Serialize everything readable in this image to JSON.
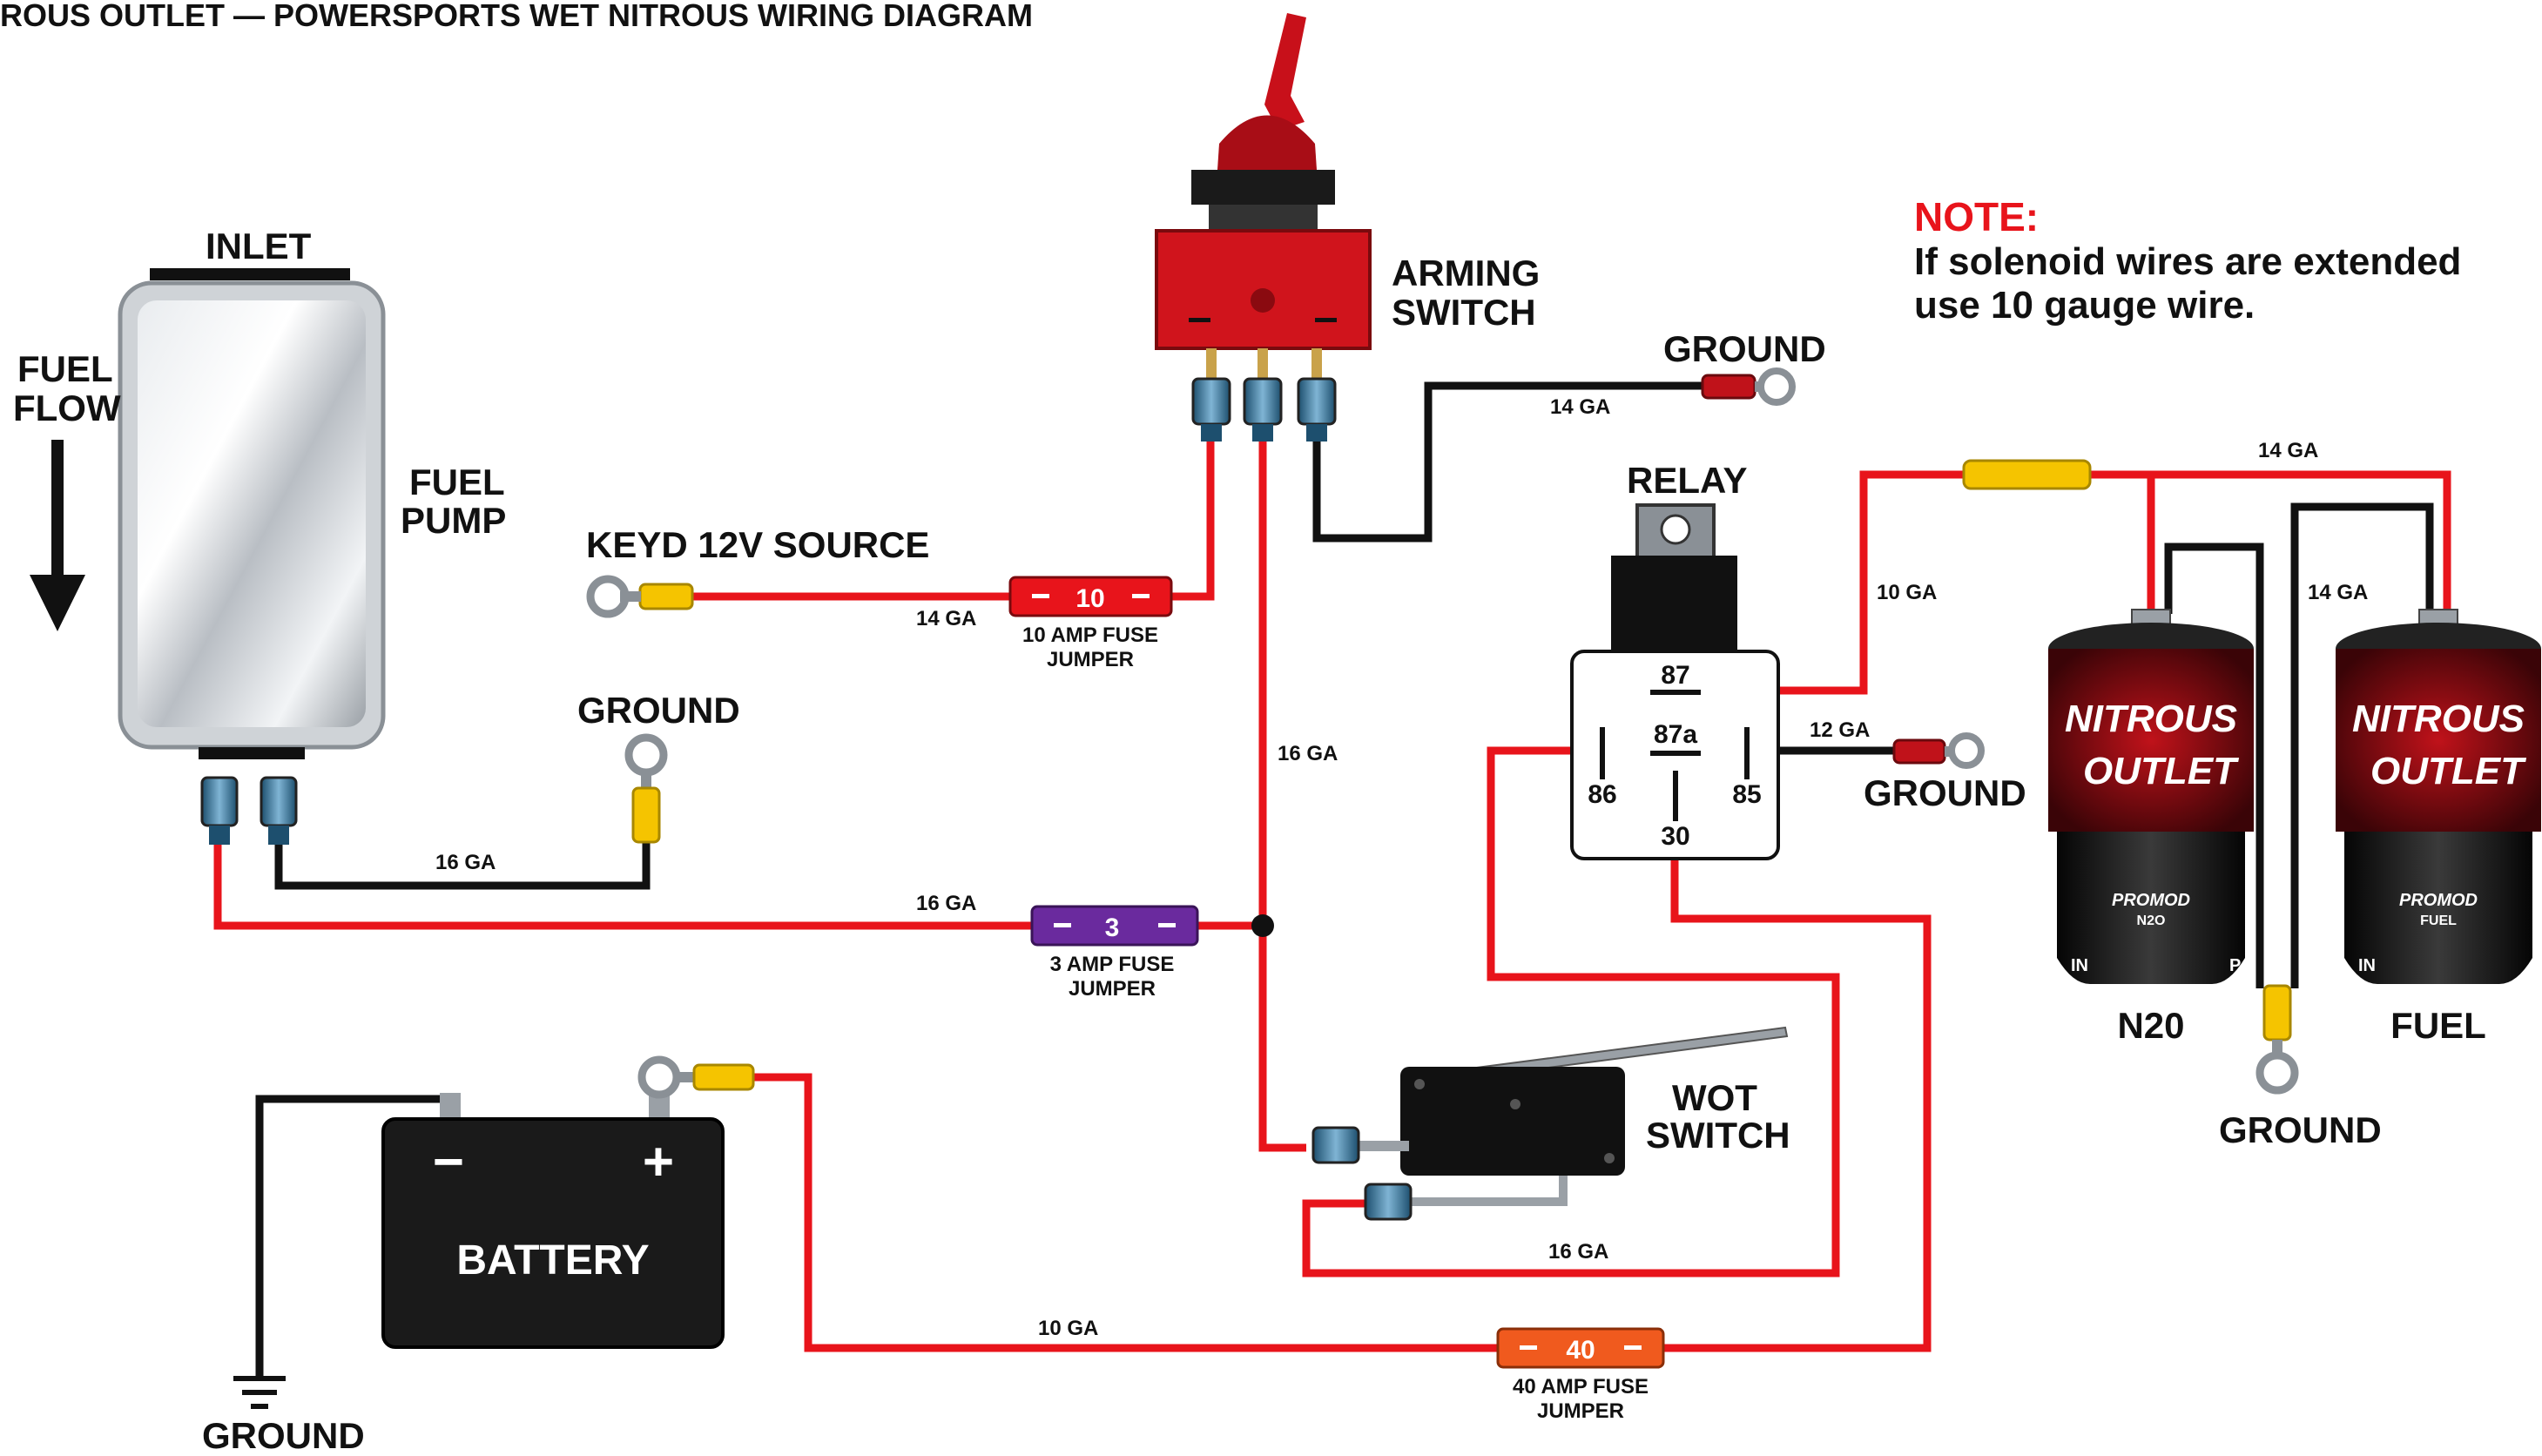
{
  "title": "ROUS OUTLET — POWERSPORTS WET NITROUS WIRING DIAGRAM",
  "note": {
    "title": "NOTE:",
    "line1": "If solenoid wires are extended",
    "line2": "use 10 gauge wire."
  },
  "labels": {
    "inlet": "INLET",
    "fuel": "FUEL",
    "flow": "FLOW",
    "fuel_pump_1": "FUEL",
    "fuel_pump_2": "PUMP",
    "arming_1": "ARMING",
    "arming_2": "SWITCH",
    "keyd": "KEYD 12V SOURCE",
    "relay": "RELAY",
    "wot_1": "WOT",
    "wot_2": "SWITCH",
    "battery": "BATTERY",
    "battery_minus": "−",
    "battery_plus": "+",
    "n2o": "N20",
    "fuel_sol": "FUEL"
  },
  "grounds": {
    "top": "GROUND",
    "pump": "GROUND",
    "relay": "GROUND",
    "solenoid": "GROUND",
    "battery": "GROUND"
  },
  "relay_pins": {
    "p87": "87",
    "p87a": "87a",
    "p86": "86",
    "p85": "85",
    "p30": "30"
  },
  "wire_gauges": {
    "arming_ground": "14 GA",
    "keyd": "14 GA",
    "arming_down": "16 GA",
    "pump_ground": "16 GA",
    "pump_feed": "16 GA",
    "relay_87": "10 GA",
    "relay_85": "12 GA",
    "sol_top": "14 GA",
    "sol_ground": "14 GA",
    "wot": "16 GA",
    "battery": "10 GA"
  },
  "fuses": [
    {
      "id": "f10",
      "value": "10",
      "color": "#e8141b",
      "caption1": "10 AMP FUSE",
      "caption2": "JUMPER"
    },
    {
      "id": "f3",
      "value": "3",
      "color": "#6a2a9e",
      "caption1": "3 AMP FUSE",
      "caption2": "JUMPER"
    },
    {
      "id": "f40",
      "value": "40",
      "color": "#f05a1e",
      "caption1": "40 AMP FUSE",
      "caption2": "JUMPER"
    }
  ],
  "solenoids": [
    {
      "brand1": "NITROUS",
      "brand2": "OUTLET",
      "model": "PROMOD",
      "sub": "N2O",
      "port_in": "IN",
      "port_p": "P"
    },
    {
      "brand1": "NITROUS",
      "brand2": "OUTLET",
      "model": "PROMOD",
      "sub": "FUEL",
      "port_in": "IN"
    }
  ],
  "colors": {
    "wire_power": "#e8141b",
    "wire_ground": "#111111",
    "connector_yellow": "#f5c400",
    "connector_red": "#c0121a",
    "switch_red": "#d0141c",
    "note": "#e8141b"
  }
}
